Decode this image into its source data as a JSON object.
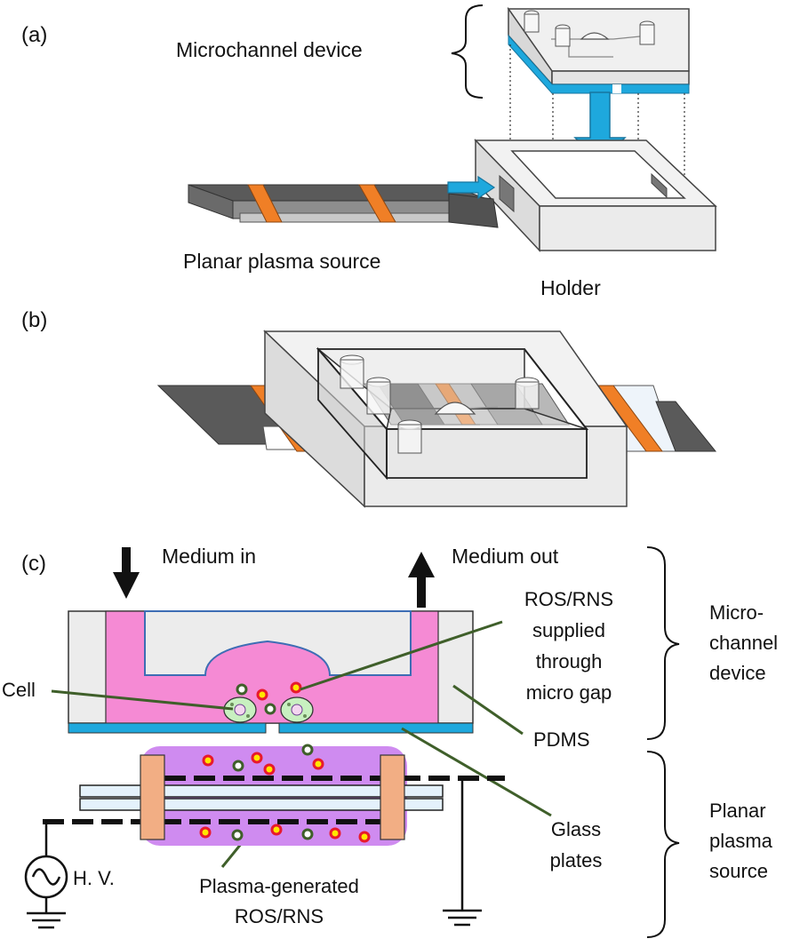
{
  "panels": {
    "a": "(a)",
    "b": "(b)",
    "c": "(c)"
  },
  "panel_a": {
    "microchannel_device": "Microchannel device",
    "planar_plasma_source": "Planar plasma source",
    "holder": "Holder"
  },
  "panel_c": {
    "medium_in": "Medium in",
    "medium_out": "Medium out",
    "ros_rns_line1": "ROS/RNS",
    "ros_rns_line2": "supplied",
    "ros_rns_line3": "through",
    "ros_rns_line4": "micro gap",
    "cell": "Cell",
    "pdms": "PDMS",
    "glass_line1": "Glass",
    "glass_line2": "plates",
    "hv": "H. V.",
    "plasma_line1": "Plasma-generated",
    "plasma_line2": "ROS/RNS",
    "micro_line1": "Micro-",
    "micro_line2": "channel",
    "micro_line3": "device",
    "planar_line1": "Planar",
    "planar_line2": "plasma",
    "planar_line3": "source"
  },
  "colors": {
    "orange_electrode": "#f07f26",
    "blue_glass": "#1ea8dd",
    "pdms_gray": "#ececec",
    "medium_pink": "#f58ad4",
    "plasma_violet": "#cf8bf0",
    "electrode_pad": "#f2ae84",
    "leader_green": "#3f5f2a",
    "ros_red": "#e8192c",
    "ros_yellow": "#ffe600",
    "dark_gray": "#6b6b6b"
  }
}
